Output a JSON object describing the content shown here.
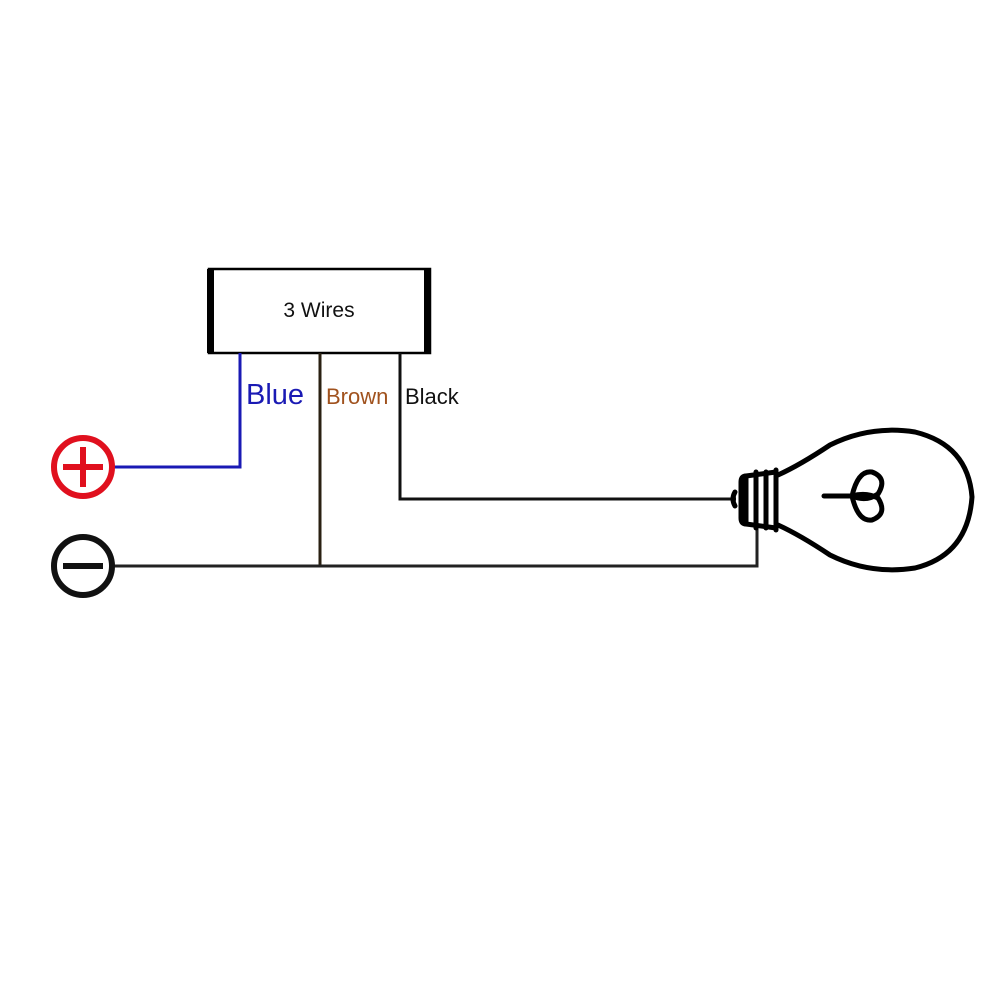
{
  "module": {
    "label": "3 Wires"
  },
  "wires": [
    {
      "name": "Blue",
      "color": "#1a1ab4"
    },
    {
      "name": "Brown",
      "color": "#a0521e"
    },
    {
      "name": "Black",
      "color": "#111111"
    }
  ],
  "terminals": {
    "positive_symbol": "plus-icon",
    "positive_color": "#e0101e",
    "negative_symbol": "minus-icon",
    "negative_color": "#111111"
  },
  "load": {
    "icon": "light-bulb-icon"
  }
}
